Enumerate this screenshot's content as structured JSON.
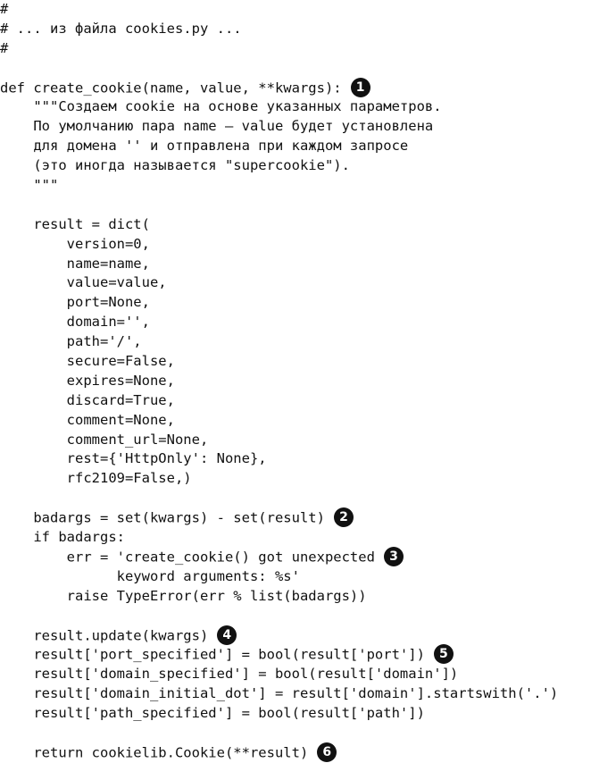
{
  "code": {
    "lines": [
      "#",
      "# ... из файла cookies.py ...",
      "#",
      "",
      "def create_cookie(name, value, **kwargs):",
      "    \"\"\"Создаем cookie на основе указанных параметров.",
      "    По умолчанию пара name – value будет установлена",
      "    для домена '' и отправлена при каждом запросе",
      "    (это иногда называется \"supercookie\").",
      "    \"\"\"",
      "",
      "    result = dict(",
      "        version=0,",
      "        name=name,",
      "        value=value,",
      "        port=None,",
      "        domain='',",
      "        path='/',",
      "        secure=False,",
      "        expires=None,",
      "        discard=True,",
      "        comment=None,",
      "        comment_url=None,",
      "        rest={'HttpOnly': None},",
      "        rfc2109=False,)",
      "",
      "    badargs = set(kwargs) - set(result)",
      "    if badargs:",
      "        err = 'create_cookie() got unexpected",
      "              keyword arguments: %s'",
      "        raise TypeError(err % list(badargs))",
      "",
      "    result.update(kwargs)",
      "    result['port_specified'] = bool(result['port'])",
      "    result['domain_specified'] = bool(result['domain'])",
      "    result['domain_initial_dot'] = result['domain'].startswith('.')",
      "    result['path_specified'] = bool(result['path'])",
      "",
      "    return cookielib.Cookie(**result)"
    ],
    "markers": [
      {
        "line": 4,
        "label": "1"
      },
      {
        "line": 26,
        "label": "2"
      },
      {
        "line": 28,
        "label": "3"
      },
      {
        "line": 32,
        "label": "4"
      },
      {
        "line": 33,
        "label": "5"
      },
      {
        "line": 38,
        "label": "6"
      }
    ]
  }
}
